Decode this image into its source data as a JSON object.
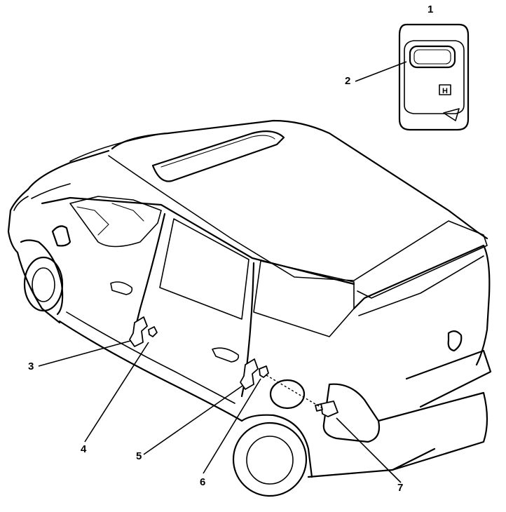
{
  "diagram": {
    "callouts": [
      {
        "id": "1",
        "label": "1"
      },
      {
        "id": "2",
        "label": "2"
      },
      {
        "id": "3",
        "label": "3"
      },
      {
        "id": "4",
        "label": "4"
      },
      {
        "id": "5",
        "label": "5"
      },
      {
        "id": "6",
        "label": "6"
      },
      {
        "id": "7",
        "label": "7"
      }
    ],
    "emblem_letter": "H"
  }
}
